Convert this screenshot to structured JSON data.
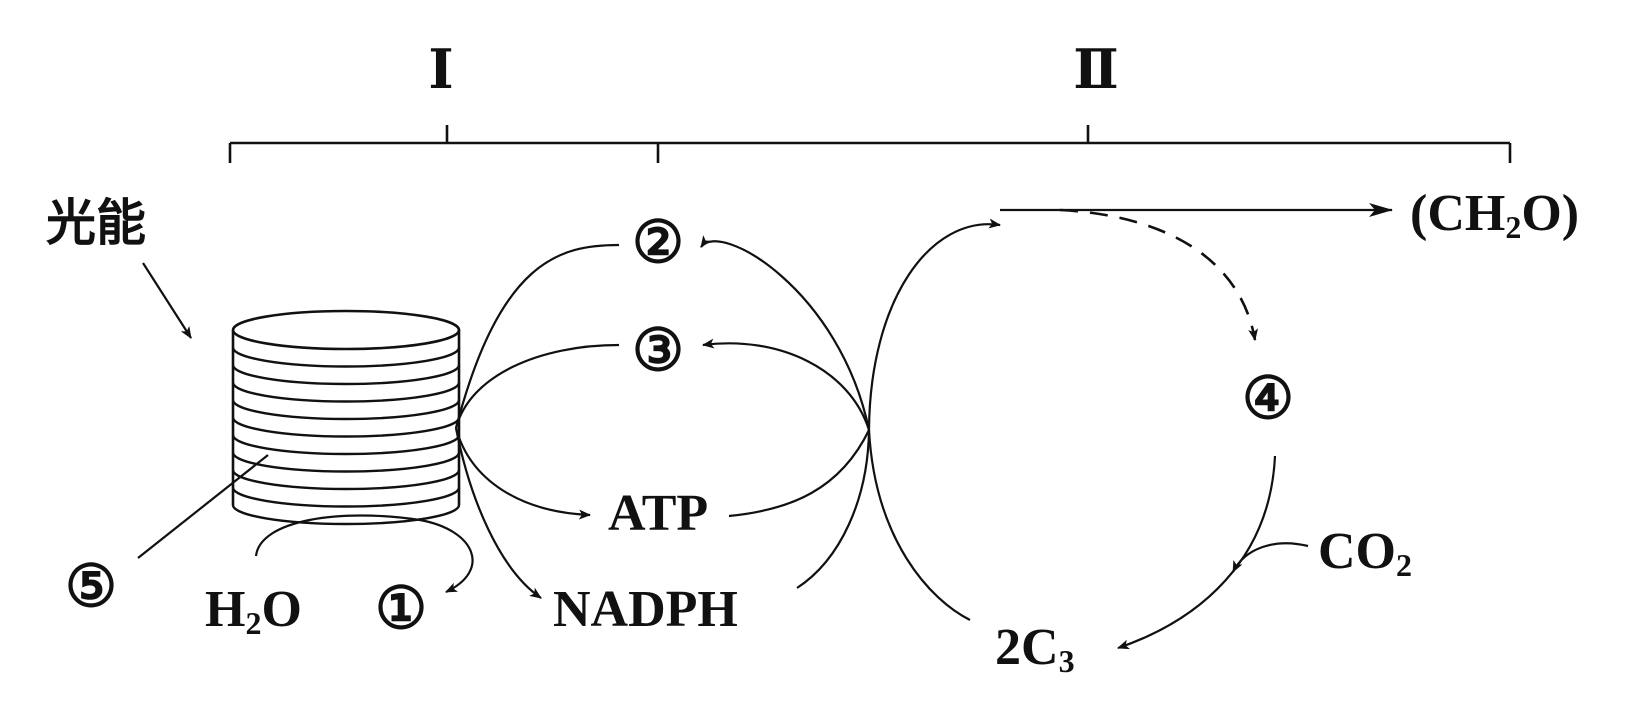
{
  "stages": {
    "stage1": "Ⅰ",
    "stage2": "Ⅱ"
  },
  "light_energy": "光能",
  "markers": {
    "m1": "①",
    "m2": "②",
    "m3": "③",
    "m4": "④",
    "m5": "⑤"
  },
  "molecules": {
    "h2o_base": "H",
    "h2o_sub": "2",
    "h2o_tail": "O",
    "atp": "ATP",
    "nadph": "NADPH",
    "co2_base": "CO",
    "co2_sub": "2",
    "c3_base": "2C",
    "c3_sub": "3",
    "ch2o_base": "(CH",
    "ch2o_sub": "2",
    "ch2o_tail": "O)"
  },
  "colors": {
    "ink": "#111111",
    "background": "#ffffff"
  }
}
